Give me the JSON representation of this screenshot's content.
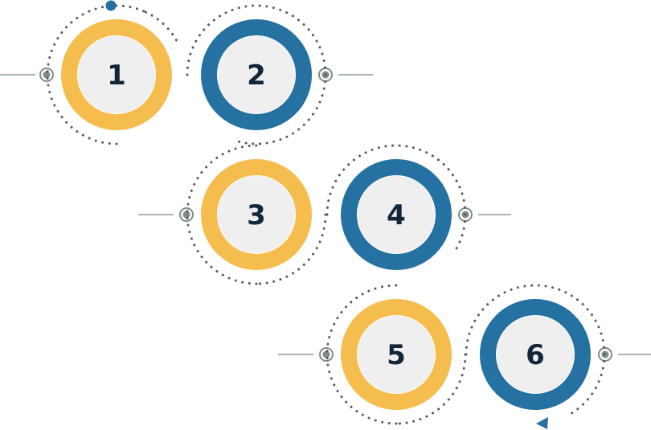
{
  "colors": {
    "yellow": "#F5BD4D",
    "blue": "#2571A1",
    "inner_fill": "#EFEFEF",
    "number_text": "#12263A",
    "dots": "#5A5A5A",
    "connector_line": "#8C9AA0",
    "connector_node": "#7F8C8D",
    "start_marker": "#2571A1",
    "end_arrow": "#2571A1"
  },
  "steps": [
    {
      "number": "1",
      "color_key": "yellow"
    },
    {
      "number": "2",
      "color_key": "blue"
    },
    {
      "number": "3",
      "color_key": "yellow"
    },
    {
      "number": "4",
      "color_key": "blue"
    },
    {
      "number": "5",
      "color_key": "yellow"
    },
    {
      "number": "6",
      "color_key": "blue"
    }
  ]
}
